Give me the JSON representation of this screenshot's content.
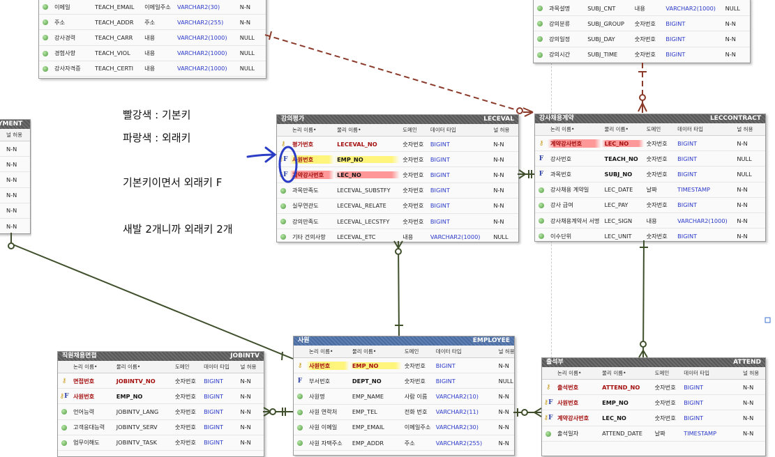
{
  "entities": {
    "teacher": {
      "rows": [
        {
          "icon": "attr",
          "logical": "이메일",
          "physical": "TEACH_EMAIL",
          "domain": "이메일주소",
          "type": "VARCHAR2(30)",
          "null": "N-N"
        },
        {
          "icon": "attr",
          "logical": "주소",
          "physical": "TEACH_ADDR",
          "domain": "주소",
          "type": "VARCHAR2(255)",
          "null": "N-N"
        },
        {
          "icon": "attr",
          "logical": "강사경력",
          "physical": "TEACH_CARR",
          "domain": "내용",
          "type": "VARCHAR2(1000)",
          "null": "NULL"
        },
        {
          "icon": "attr",
          "logical": "경험사항",
          "physical": "TEACH_VIOL",
          "domain": "내용",
          "type": "VARCHAR2(1000)",
          "null": "NULL"
        },
        {
          "icon": "attr",
          "logical": "강사자격증",
          "physical": "TEACH_CERTI",
          "domain": "내용",
          "type": "VARCHAR2(1000)",
          "null": "NULL"
        }
      ]
    },
    "subject": {
      "rows": [
        {
          "icon": "attr",
          "logical": "과목설명",
          "physical": "SUBJ_CNT",
          "domain": "내용",
          "type": "VARCHAR2(1000)",
          "null": "NULL"
        },
        {
          "icon": "attr",
          "logical": "강의분류",
          "physical": "SUBJ_GROUP",
          "domain": "숫자번호",
          "type": "BIGINT",
          "null": "N-N"
        },
        {
          "icon": "attr",
          "logical": "강의일정",
          "physical": "SUBJ_DAY",
          "domain": "숫자번호",
          "type": "BIGINT",
          "null": "N-N"
        },
        {
          "icon": "attr",
          "logical": "강의시간",
          "physical": "SUBJ_TIME",
          "domain": "숫자번호",
          "type": "BIGINT",
          "null": "N-N"
        }
      ]
    },
    "payment": {
      "title_en": "YMENT",
      "col_null": "널 허용",
      "rows": [
        {
          "null": "N-N"
        },
        {
          "null": "N-N"
        },
        {
          "null": "N-N"
        },
        {
          "null": "N-N"
        },
        {
          "null": "N-N"
        },
        {
          "null": "N-N"
        }
      ]
    },
    "leceval": {
      "title_ko": "강의평가",
      "title_en": "LECEVAL",
      "cols": {
        "logical": "논리 이름•",
        "physical": "물리 이름•",
        "domain": "도메인",
        "type": "데이터 타입",
        "null": "널 허용"
      },
      "rows": [
        {
          "icon": "pk",
          "logical": "평가번호",
          "physical": "LECEVAL_NO",
          "domain": "숫자번호",
          "type": "BIGINT",
          "null": "N-N",
          "hl": ""
        },
        {
          "icon": "pkfk",
          "logical": "사원번호",
          "physical": "EMP_NO",
          "domain": "숫자번호",
          "type": "BIGINT",
          "null": "N-N",
          "hl": "y"
        },
        {
          "icon": "pkfk",
          "logical": "계약강사번호",
          "physical": "LEC_NO",
          "domain": "숫자번호",
          "type": "BIGINT",
          "null": "N-N",
          "hl": "r"
        },
        {
          "icon": "attr",
          "logical": "과목만족도",
          "physical": "LECEVAL_SUBSTFY",
          "domain": "숫자번호",
          "type": "BIGINT",
          "null": "N-N",
          "hl": ""
        },
        {
          "icon": "attr",
          "logical": "실무연관도",
          "physical": "LECEVAL_RELATE",
          "domain": "숫자번호",
          "type": "BIGINT",
          "null": "N-N",
          "hl": ""
        },
        {
          "icon": "attr",
          "logical": "강의만족도",
          "physical": "LECEVAL_LECSTFY",
          "domain": "숫자번호",
          "type": "BIGINT",
          "null": "N-N",
          "hl": ""
        },
        {
          "icon": "attr",
          "logical": "기타 건의사항",
          "physical": "LECEVAL_ETC",
          "domain": "내용",
          "type": "VARCHAR2(1000)",
          "null": "NULL",
          "hl": ""
        }
      ]
    },
    "leccontract": {
      "title_ko": "강사채용계약",
      "title_en": "LECCONTRACT",
      "cols": {
        "logical": "논리 이름•",
        "physical": "물리 이름•",
        "domain": "도메인",
        "type": "데이터 타입",
        "null": "널 허용"
      },
      "rows": [
        {
          "icon": "pk",
          "logical": "계약강사번호",
          "physical": "LEC_NO",
          "domain": "숫자번호",
          "type": "BIGINT",
          "null": "N-N",
          "hl": "r"
        },
        {
          "icon": "fk",
          "logical": "강사번호",
          "physical": "TEACH_NO",
          "domain": "숫자번호",
          "type": "BIGINT",
          "null": "NULL",
          "hl": ""
        },
        {
          "icon": "fk",
          "logical": "과목번호",
          "physical": "SUBJ_NO",
          "domain": "숫자번호",
          "type": "BIGINT",
          "null": "NULL",
          "hl": ""
        },
        {
          "icon": "attr",
          "logical": "강사채용 계약일",
          "physical": "LEC_DATE",
          "domain": "날짜",
          "type": "TIMESTAMP",
          "null": "N-N",
          "hl": ""
        },
        {
          "icon": "attr",
          "logical": "강사 급여",
          "physical": "LEC_PAY",
          "domain": "숫자번호",
          "type": "BIGINT",
          "null": "N-N",
          "hl": ""
        },
        {
          "icon": "attr",
          "logical": "강사채용계약서 서명",
          "physical": "LEC_SIGN",
          "domain": "내용",
          "type": "VARCHAR2(1000)",
          "null": "N-N",
          "hl": ""
        },
        {
          "icon": "attr",
          "logical": "이수단위",
          "physical": "LEC_UNIT",
          "domain": "숫자번호",
          "type": "BIGINT",
          "null": "N-N",
          "hl": ""
        }
      ]
    },
    "jobintv": {
      "title_ko": "직원채용면접",
      "title_en": "JOBINTV",
      "cols": {
        "logical": "논리 이름•",
        "physical": "물리 이름•",
        "domain": "도메인",
        "type": "데이터 타입",
        "null": "널 허용"
      },
      "rows": [
        {
          "icon": "pk",
          "logical": "면접번호",
          "physical": "JOBINTV_NO",
          "domain": "숫자번호",
          "type": "BIGINT",
          "null": "N-N",
          "hl": ""
        },
        {
          "icon": "pkfk",
          "logical": "사원번호",
          "physical": "EMP_NO",
          "domain": "숫자번호",
          "type": "BIGINT",
          "null": "N-N",
          "hl": ""
        },
        {
          "icon": "attr",
          "logical": "언어능력",
          "physical": "JOBINTV_LANG",
          "domain": "숫자번호",
          "type": "BIGINT",
          "null": "N-N",
          "hl": ""
        },
        {
          "icon": "attr",
          "logical": "고객응대능력",
          "physical": "JOBINTV_SERV",
          "domain": "숫자번호",
          "type": "BIGINT",
          "null": "N-N",
          "hl": ""
        },
        {
          "icon": "attr",
          "logical": "업무이해도",
          "physical": "JOBINTV_TASK",
          "domain": "숫자번호",
          "type": "BIGINT",
          "null": "N-N",
          "hl": ""
        }
      ]
    },
    "employee": {
      "title_ko": "사원",
      "title_en": "EMPLOYEE",
      "cols": {
        "logical": "논리 이름•",
        "physical": "물리 이름•",
        "domain": "도메인",
        "type": "데이터 타입",
        "null": "널 허용"
      },
      "rows": [
        {
          "icon": "pk",
          "logical": "사원번호",
          "physical": "EMP_NO",
          "domain": "숫자번호",
          "type": "BIGINT",
          "null": "N-N",
          "hl": "y"
        },
        {
          "icon": "fk",
          "logical": "부서번호",
          "physical": "DEPT_NO",
          "domain": "숫자번호",
          "type": "BIGINT",
          "null": "NULL",
          "hl": ""
        },
        {
          "icon": "attr",
          "logical": "사원명",
          "physical": "EMP_NAME",
          "domain": "사람 이름",
          "type": "VARCHAR2(10)",
          "null": "N-N",
          "hl": ""
        },
        {
          "icon": "attr",
          "logical": "사원 연락처",
          "physical": "EMP_TEL",
          "domain": "전화 번호",
          "type": "VARCHAR2(11)",
          "null": "N-N",
          "hl": ""
        },
        {
          "icon": "attr",
          "logical": "사원 이메일",
          "physical": "EMP_EMAIL",
          "domain": "이메일주소",
          "type": "VARCHAR2(30)",
          "null": "N-N",
          "hl": ""
        },
        {
          "icon": "attr",
          "logical": "사원 자택주소",
          "physical": "EMP_ADDR",
          "domain": "주소",
          "type": "VARCHAR2(255)",
          "null": "N-N",
          "hl": ""
        }
      ]
    },
    "attend": {
      "title_ko": "출석부",
      "title_en": "ATTEND",
      "cols": {
        "logical": "논리 이름•",
        "physical": "물리 이름•",
        "domain": "도메인",
        "type": "데이터 타입",
        "null": "널 허용"
      },
      "rows": [
        {
          "icon": "pk",
          "logical": "출석번호",
          "physical": "ATTEND_NO",
          "domain": "숫자번호",
          "type": "BIGINT",
          "null": "N-N",
          "hl": ""
        },
        {
          "icon": "pkfk",
          "logical": "사원번호",
          "physical": "EMP_NO",
          "domain": "숫자번호",
          "type": "BIGINT",
          "null": "N-N",
          "hl": ""
        },
        {
          "icon": "pkfk",
          "logical": "계약강사번호",
          "physical": "LEC_NO",
          "domain": "숫자번호",
          "type": "BIGINT",
          "null": "N-N",
          "hl": ""
        },
        {
          "icon": "attr",
          "logical": "출석일자",
          "physical": "ATTEND_DATE",
          "domain": "날짜",
          "type": "TIMESTAMP",
          "null": "N-N",
          "hl": ""
        }
      ]
    }
  },
  "annotations": {
    "line1": "빨강색 : 기본키",
    "line2": "파랑색 : 외래키",
    "line3": "기본키이면서 외래키 F",
    "line4": "새발 2개니까 외래키 2개"
  },
  "colors": {
    "pk_text": "#a40f0f",
    "type_text": "#2a39c9",
    "relation_solid": "#3f4f2b",
    "relation_dashed": "#8b3a2a",
    "annotation_pen": "#2b3dc4"
  }
}
